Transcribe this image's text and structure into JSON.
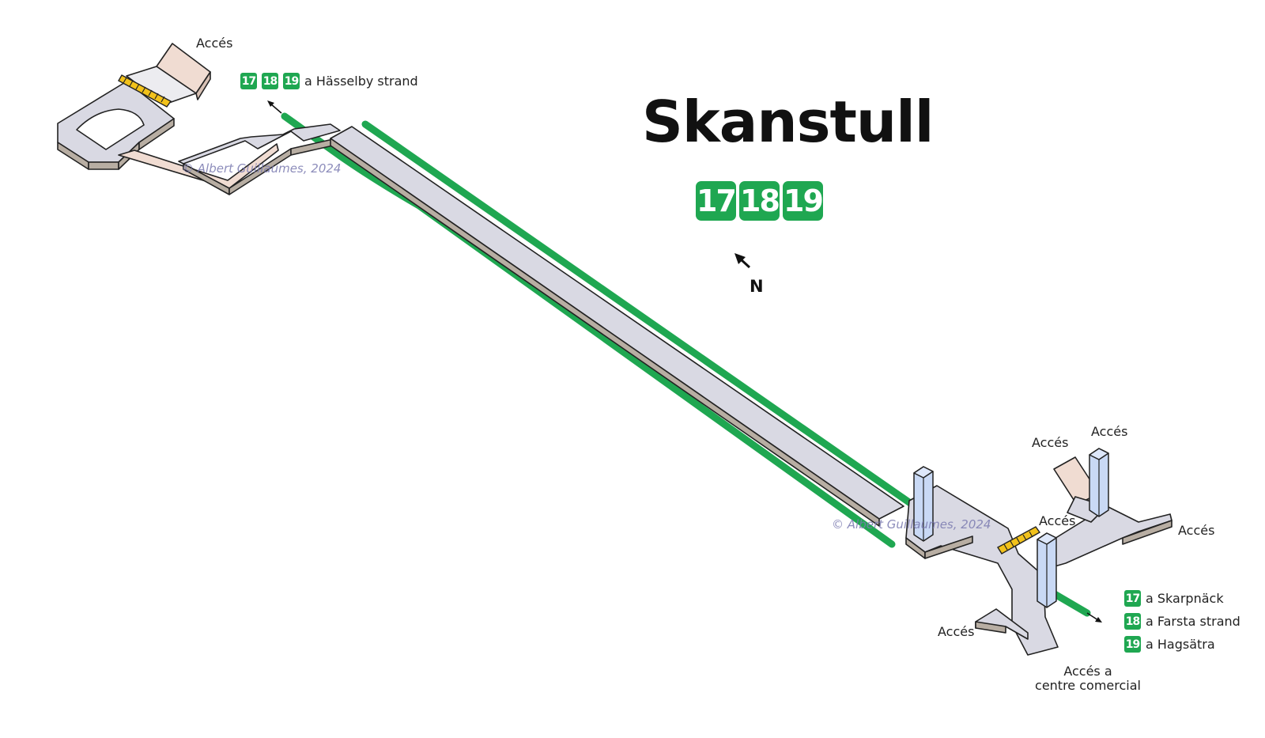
{
  "station": {
    "name": "Skanstull",
    "lines": [
      "17",
      "18",
      "19"
    ]
  },
  "north_label": "N",
  "copyright": "© Albert Guillaumes, 2024",
  "access_labels": {
    "top_left": "Accés",
    "right_upper_1": "Accés",
    "right_upper_2": "Accés",
    "right_middle": "Accés",
    "right_far": "Accés",
    "bottom_left": "Accés",
    "shopping_line1": "Accés a",
    "shopping_line2": "centre comercial"
  },
  "destinations": {
    "northbound": {
      "lines": [
        "17",
        "18",
        "19"
      ],
      "text": "a Hässelby strand"
    },
    "southbound": [
      {
        "line": "17",
        "text": "a Skarpnäck"
      },
      {
        "line": "18",
        "text": "a Farsta strand"
      },
      {
        "line": "19",
        "text": "a Hagsätra"
      }
    ]
  },
  "colors": {
    "line_green": "#1fa751",
    "platform_top": "#d9d9e3",
    "platform_side": "#b8aea3",
    "passage_pink": "#f0dcd2",
    "elevator_blue": "#c9d9f5",
    "escalator_yellow": "#f2c21b",
    "outline": "#222222"
  },
  "icons": [
    "north-arrow-icon",
    "direction-arrow-icon",
    "escalator-icon",
    "elevator-icon"
  ]
}
